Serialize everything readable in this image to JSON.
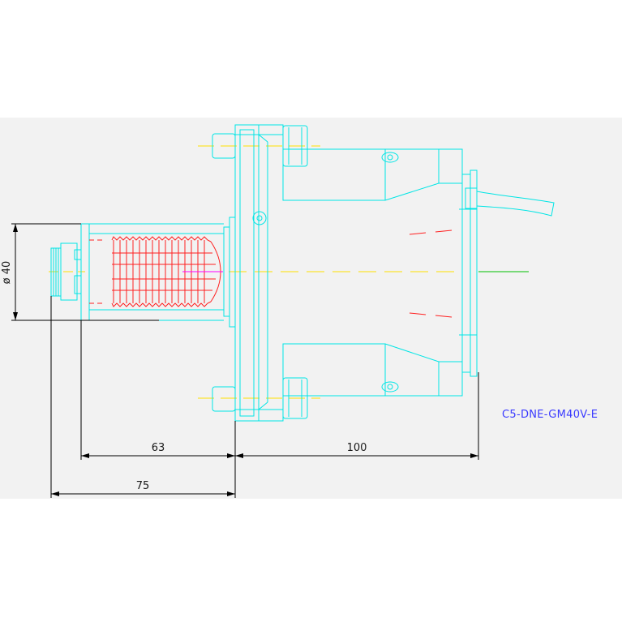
{
  "drawing": {
    "model_label": "C5-DNE-GM40V-E",
    "dimensions": {
      "diameter": "ø 40",
      "length_63": "63",
      "length_100": "100",
      "length_75": "75"
    }
  },
  "colors": {
    "paper": "#f2f2f2",
    "body_outline": "#00e5e5",
    "bellows": "#ff2020",
    "center_line": "#ffe000",
    "dimension": "#000000",
    "label": "#3a3aff",
    "cable_line": "#00c000",
    "magenta_mark": "#ff00ff"
  }
}
